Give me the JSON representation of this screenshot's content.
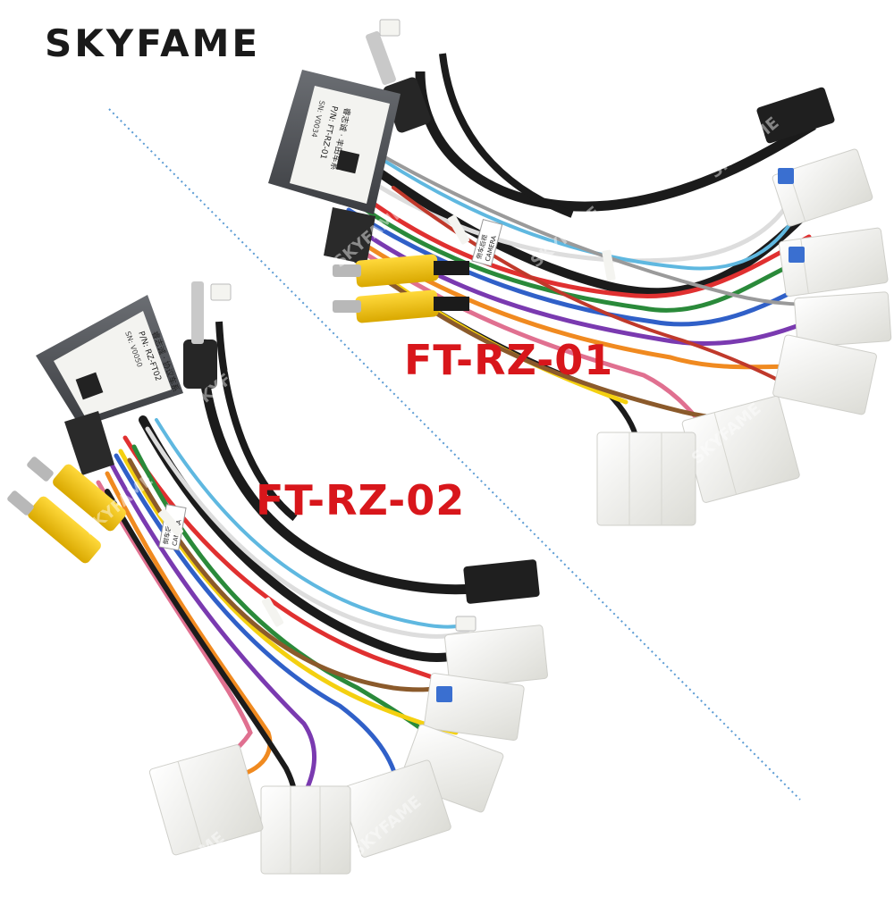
{
  "brand": {
    "logo_text": "SKYFAME"
  },
  "products": [
    {
      "model": "FT-RZ-01",
      "module_label_lines": [
        "睿志诚 · 丰田车系",
        "P/N: FT-RZ-01",
        "SN: V0034"
      ],
      "camera_tag": [
        "倒车后视",
        "CAMERA"
      ]
    },
    {
      "model": "FT-RZ-02",
      "module_label_lines": [
        "睿志诚 · 协议车系",
        "P/N: RZ-FT02",
        "SN: V0050"
      ],
      "camera_tag": [
        "倒车后视",
        "CAMERA"
      ]
    }
  ],
  "colors": {
    "brand_text": "#1a1a1a",
    "model_text": "#d8161b",
    "divider": "#5a9bd4",
    "cable_black": "#1b1b1b",
    "connector_white": "#f1f1ee",
    "rca_yellow": "#f2c200",
    "module_grey": "#4c4e52",
    "watermark": "SKYFAME"
  }
}
